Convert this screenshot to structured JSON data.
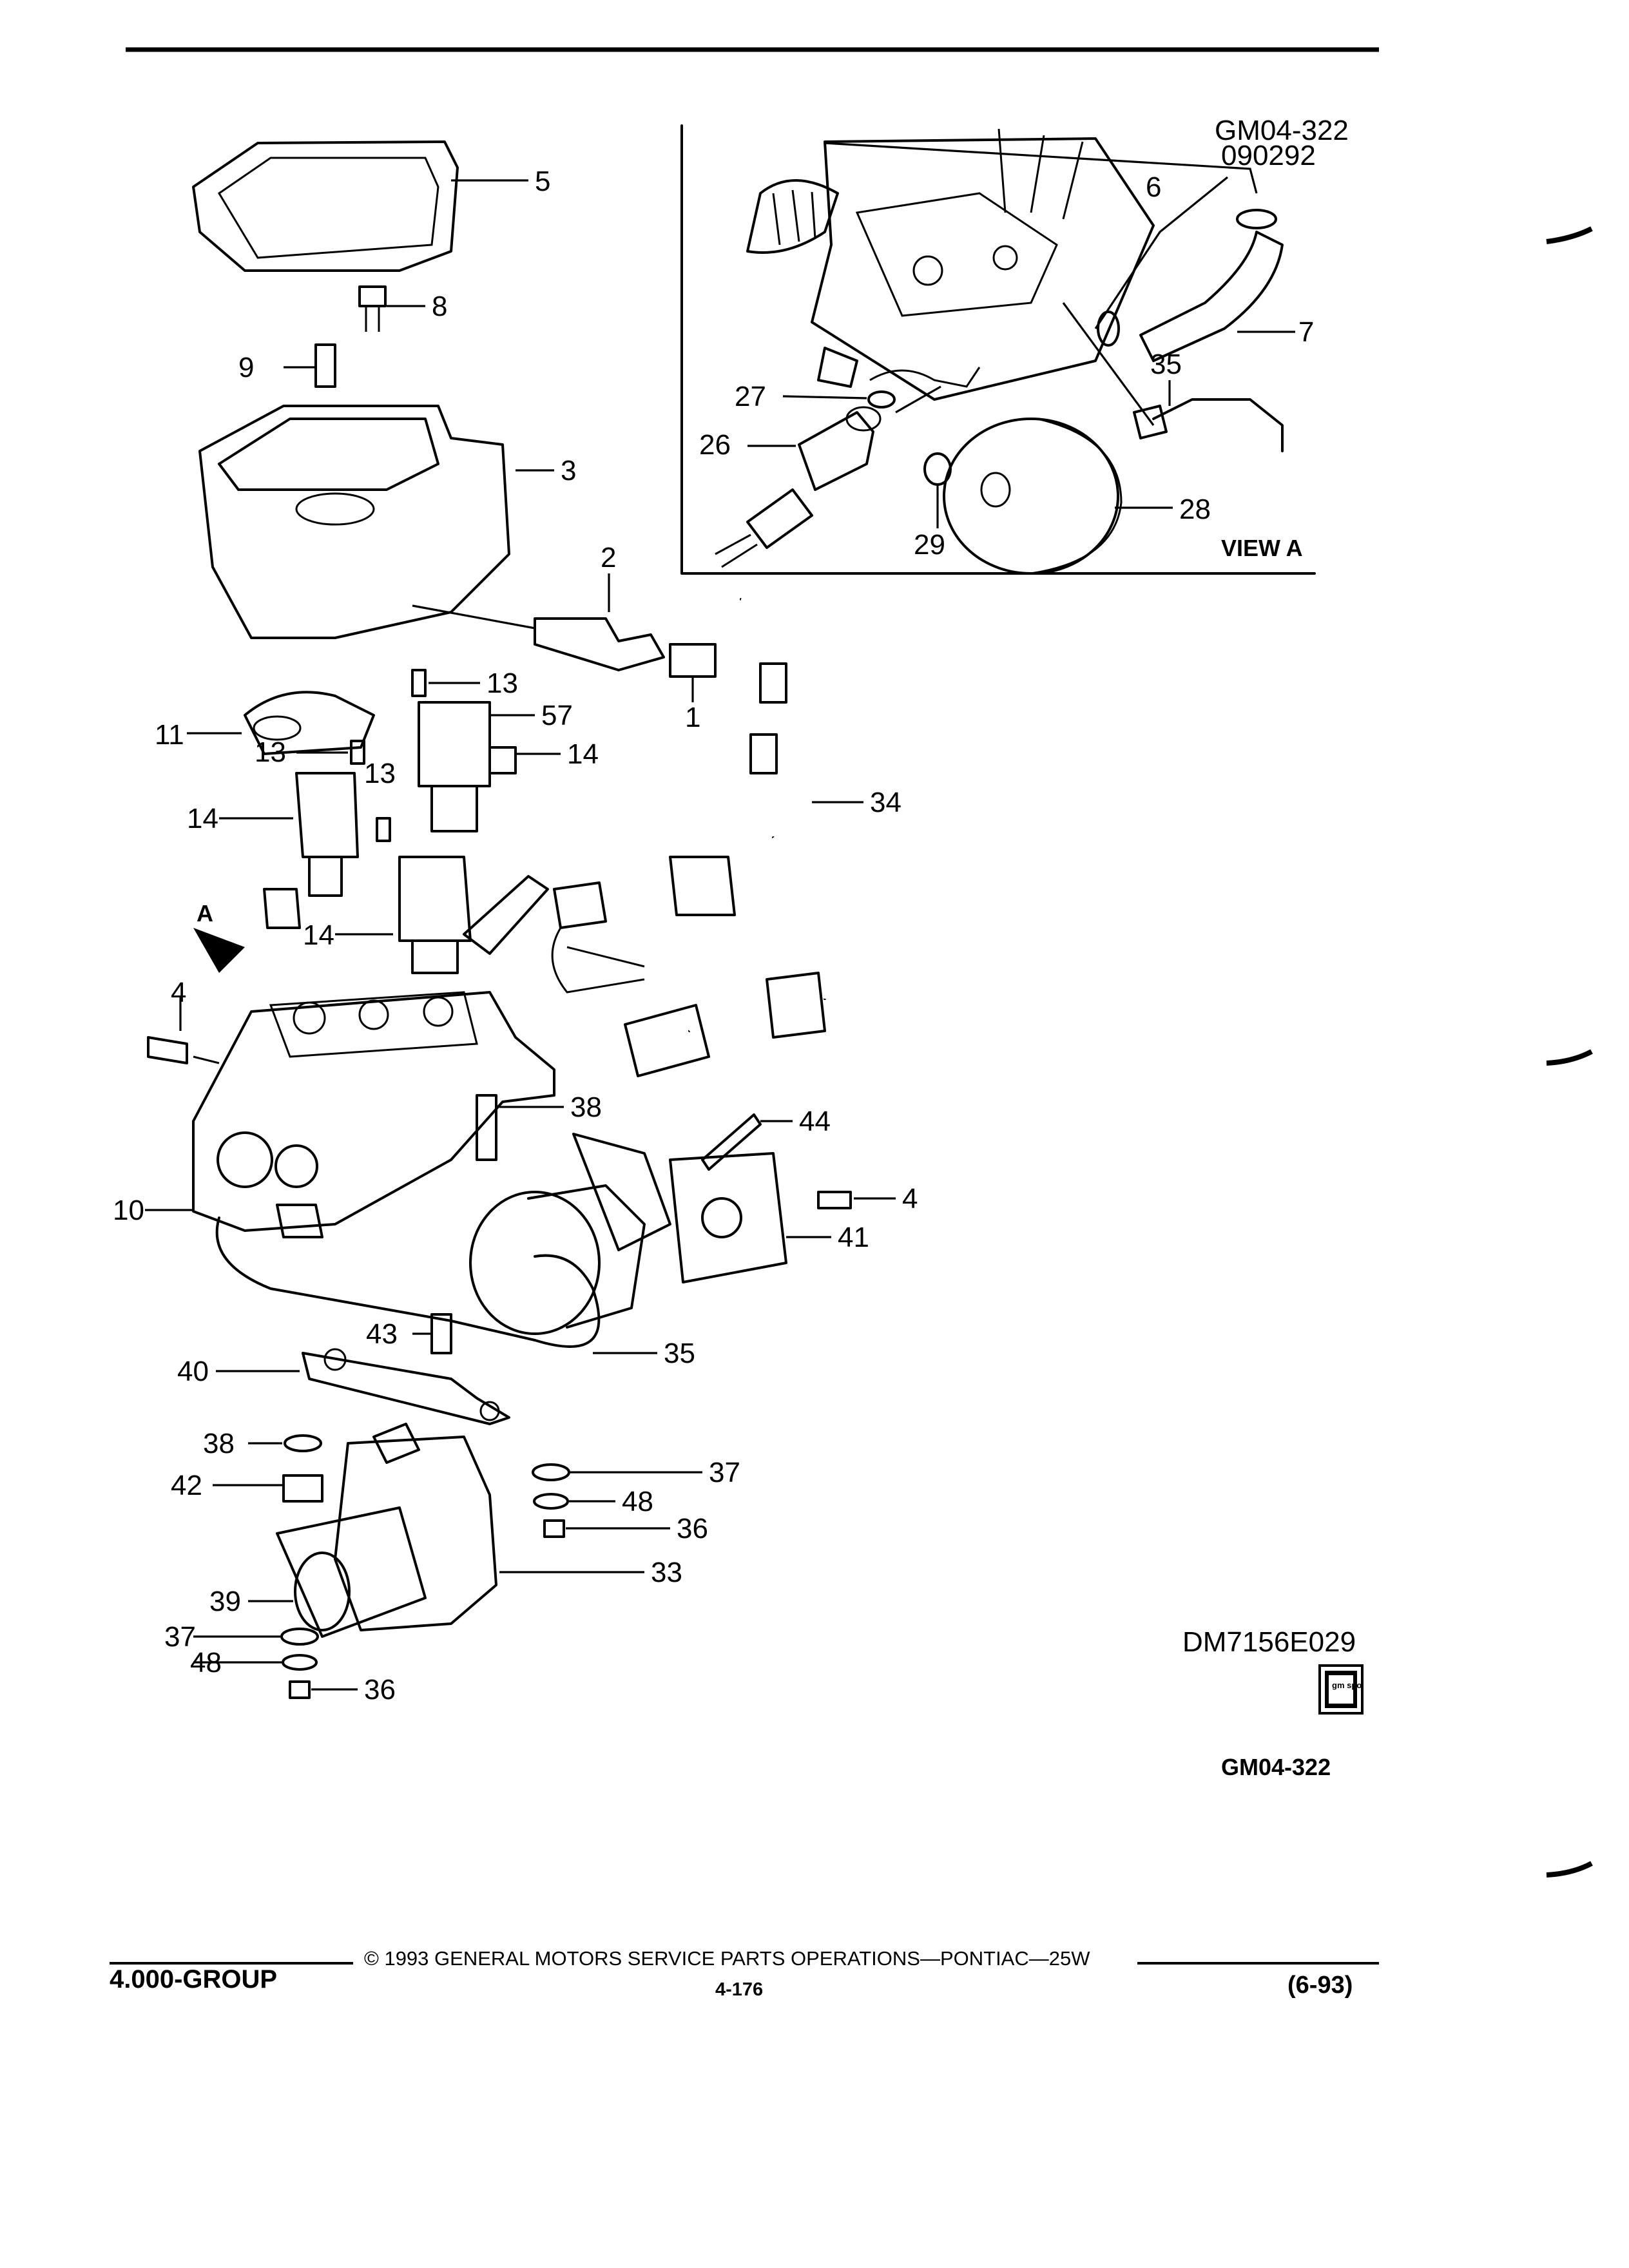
{
  "header": {
    "doc_code": "GM04-322",
    "doc_date_code": "090292",
    "view_label": "VIEW A",
    "view_arrow_label": "A"
  },
  "callouts": [
    "5",
    "8",
    "9",
    "3",
    "2",
    "13",
    "57",
    "1",
    "11",
    "13",
    "14",
    "13",
    "14",
    "34",
    "14",
    "4",
    "38",
    "44",
    "4",
    "10",
    "41",
    "43",
    "35",
    "40",
    "38",
    "37",
    "42",
    "48",
    "36",
    "33",
    "39",
    "37",
    "48",
    "36",
    "6",
    "7",
    "35",
    "27",
    "26",
    "29",
    "28"
  ],
  "figure_id": "DM7156E029",
  "logo_text": "gm spo",
  "figure_code": "GM04-322",
  "footer": {
    "group": "4.000-GROUP",
    "copyright": "© 1993 GENERAL MOTORS SERVICE PARTS OPERATIONS—PONTIAC—25W",
    "page_number": "4-176",
    "revision": "(6-93)"
  }
}
